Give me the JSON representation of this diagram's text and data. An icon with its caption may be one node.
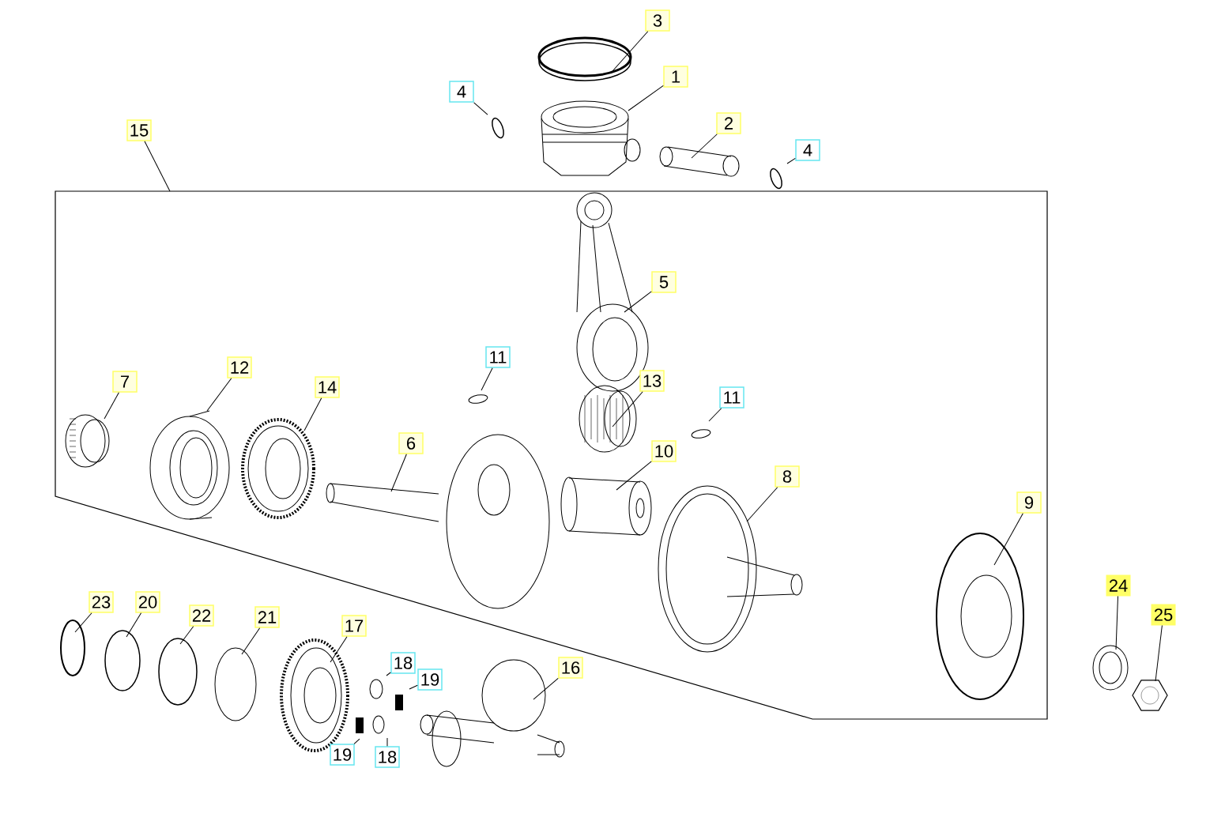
{
  "diagram": {
    "nodes": [
      {
        "text": [
          "3"
        ]
      },
      {
        "text": [
          "1"
        ]
      },
      {
        "text": [
          "4"
        ]
      },
      {
        "text": [
          "15"
        ]
      },
      {
        "text": [
          "2"
        ]
      },
      {
        "text": [
          "4"
        ]
      },
      {
        "text": [
          "5"
        ]
      },
      {
        "text": [
          "11"
        ]
      },
      {
        "text": [
          "13"
        ]
      },
      {
        "text": [
          "12"
        ]
      },
      {
        "text": [
          "7"
        ]
      },
      {
        "text": [
          "14"
        ]
      },
      {
        "text": [
          "11"
        ]
      },
      {
        "text": [
          "6"
        ]
      },
      {
        "text": [
          "10"
        ]
      },
      {
        "text": [
          "8"
        ]
      },
      {
        "text": [
          "9"
        ]
      },
      {
        "text": [
          "24"
        ]
      },
      {
        "text": [
          "23"
        ]
      },
      {
        "text": [
          "20"
        ]
      },
      {
        "text": [
          "22"
        ]
      },
      {
        "text": [
          "21"
        ]
      },
      {
        "text": [
          "25"
        ]
      },
      {
        "text": [
          "17"
        ]
      },
      {
        "text": [
          "18"
        ]
      },
      {
        "text": [
          "16"
        ]
      },
      {
        "text": [
          "19"
        ]
      },
      {
        "text": [
          "19"
        ]
      },
      {
        "text": [
          "18"
        ]
      }
    ],
    "edges": [
      {
        "from": 0,
        "to": null,
        "arrow": "none"
      },
      {
        "from": 1,
        "to": null,
        "arrow": "none"
      },
      {
        "from": 2,
        "to": null,
        "arrow": "none"
      },
      {
        "from": 3,
        "to": null,
        "arrow": "none"
      },
      {
        "from": 4,
        "to": null,
        "arrow": "none"
      },
      {
        "from": 5,
        "to": null,
        "arrow": "none"
      },
      {
        "from": 6,
        "to": null,
        "arrow": "none"
      },
      {
        "from": 7,
        "to": null,
        "arrow": "none"
      },
      {
        "from": 8,
        "to": null,
        "arrow": "none"
      },
      {
        "from": 9,
        "to": null,
        "arrow": "none"
      },
      {
        "from": 10,
        "to": null,
        "arrow": "none"
      },
      {
        "from": 11,
        "to": null,
        "arrow": "none"
      },
      {
        "from": 12,
        "to": null,
        "arrow": "none"
      },
      {
        "from": 13,
        "to": null,
        "arrow": "none"
      },
      {
        "from": 14,
        "to": null,
        "arrow": "none"
      },
      {
        "from": 15,
        "to": null,
        "arrow": "none"
      },
      {
        "from": 16,
        "to": null,
        "arrow": "none"
      },
      {
        "from": 17,
        "to": null,
        "arrow": "none"
      },
      {
        "from": 18,
        "to": null,
        "arrow": "none"
      },
      {
        "from": 19,
        "to": null,
        "arrow": "none"
      },
      {
        "from": 20,
        "to": null,
        "arrow": "none"
      },
      {
        "from": 21,
        "to": null,
        "arrow": "none"
      },
      {
        "from": 22,
        "to": null,
        "arrow": "none"
      },
      {
        "from": 23,
        "to": null,
        "arrow": "none"
      },
      {
        "from": 24,
        "to": null,
        "arrow": "none"
      },
      {
        "from": 25,
        "to": null,
        "arrow": "none"
      },
      {
        "from": 26,
        "to": null,
        "arrow": "none"
      },
      {
        "from": 27,
        "to": null,
        "arrow": "none"
      },
      {
        "from": 28,
        "to": null,
        "arrow": "none"
      }
    ]
  }
}
